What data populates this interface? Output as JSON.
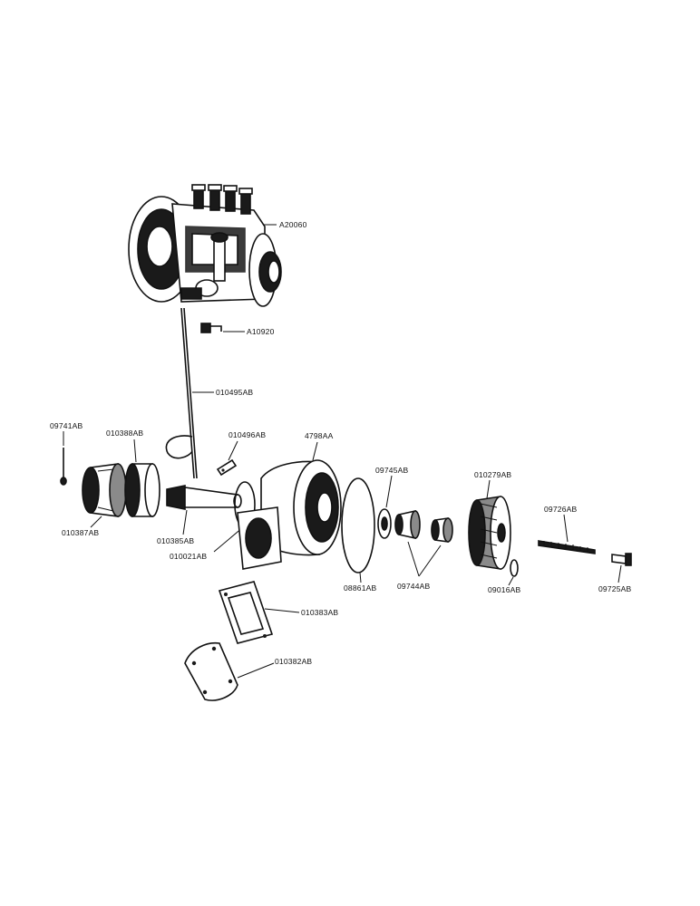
{
  "labels": {
    "pump_assembly": "A20060",
    "elbow_fitting": "A10920",
    "tube": "010495AB",
    "clip": "010496AB",
    "housing": "4798AA",
    "pin": "09741AB",
    "bearing_cup": "010388AB",
    "bearing_cone": "010387AB",
    "shaft": "010385AB",
    "o_ring_small": "010021AB",
    "thrust_washer": "09745AB",
    "o_ring_large": "08861AB",
    "bushings": "09744AB",
    "gear": "010279AB",
    "snap_ring": "09016AB",
    "stud": "09726AB",
    "screw": "09725AB",
    "gasket": "010383AB",
    "cover_plate": "010382AB"
  },
  "colors": {
    "ink": "#111111",
    "paper": "#ffffff"
  }
}
